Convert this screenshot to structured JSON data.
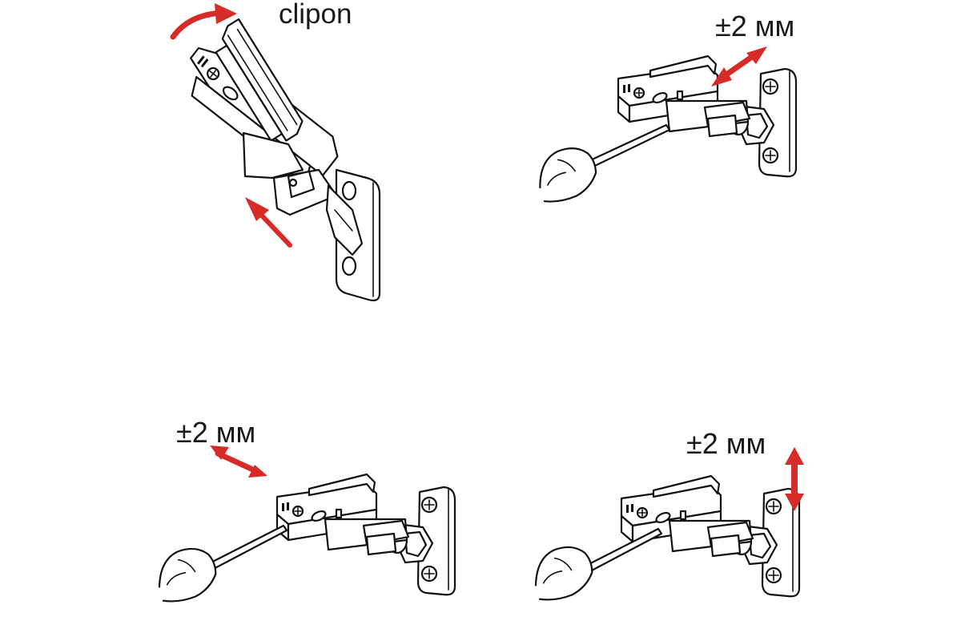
{
  "colors": {
    "arrow": "#d62b27",
    "line": "#111111",
    "background": "#ffffff"
  },
  "panels": [
    {
      "id": "clip-on",
      "label": "clipon",
      "arrow": "curved-and-straight"
    },
    {
      "id": "depth-adjust",
      "label": "±2 мм",
      "arrow": "diagonal-double"
    },
    {
      "id": "side-adjust",
      "label": "±2 мм",
      "arrow": "diagonal-double"
    },
    {
      "id": "height-adjust",
      "label": "±2 мм",
      "arrow": "vertical-double"
    }
  ]
}
